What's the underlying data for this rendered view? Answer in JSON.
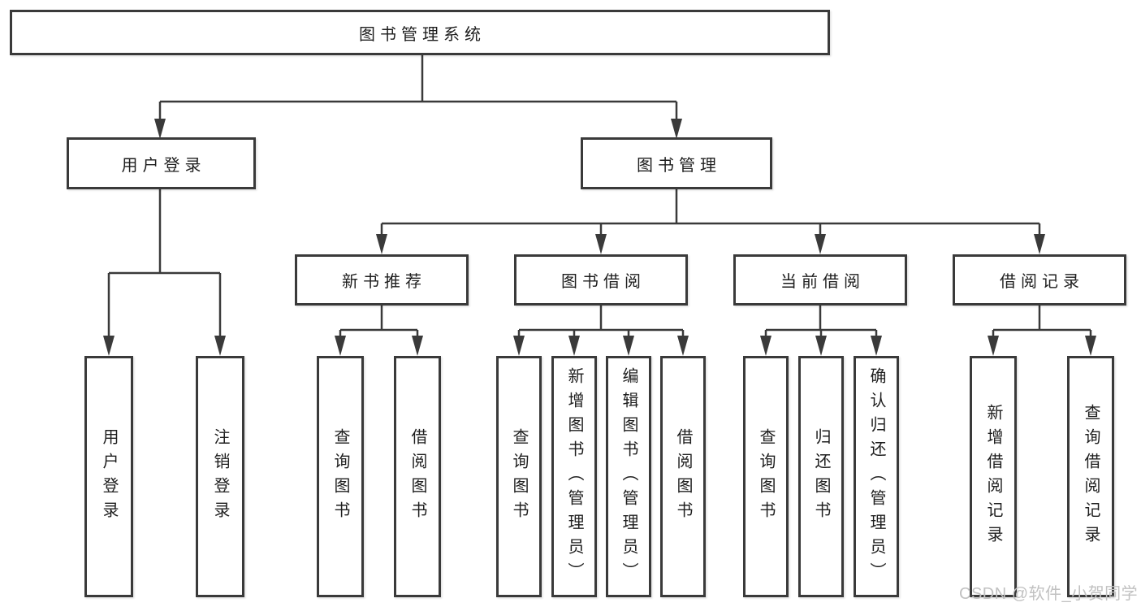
{
  "diagram": {
    "tree": {
      "label": "图书管理系统",
      "children": [
        {
          "label": "用户登录",
          "children": [
            {
              "label": "用户登录"
            },
            {
              "label": "注销登录"
            }
          ]
        },
        {
          "label": "图书管理",
          "children": [
            {
              "label": "新书推荐",
              "children": [
                {
                  "label": "查询图书"
                },
                {
                  "label": "借阅图书"
                }
              ]
            },
            {
              "label": "图书借阅",
              "children": [
                {
                  "label": "查询图书"
                },
                {
                  "label": "新增图书（管理员）"
                },
                {
                  "label": "编辑图书（管理员）"
                },
                {
                  "label": "借阅图书"
                }
              ]
            },
            {
              "label": "当前借阅",
              "children": [
                {
                  "label": "查询图书"
                },
                {
                  "label": "归还图书"
                },
                {
                  "label": "确认归还（管理员）"
                }
              ]
            },
            {
              "label": "借阅记录",
              "children": [
                {
                  "label": "新增借阅记录"
                },
                {
                  "label": "查询借阅记录"
                }
              ]
            }
          ]
        }
      ]
    },
    "watermark": "CSDN @软件_小贺同学",
    "colors": {
      "line": "#3a3a3a",
      "box_border": "#3a3a3a",
      "box_fill": "#ffffff",
      "text": "#1e1e1e",
      "watermark": "#c1c1c1",
      "background": "#ffffff"
    }
  }
}
